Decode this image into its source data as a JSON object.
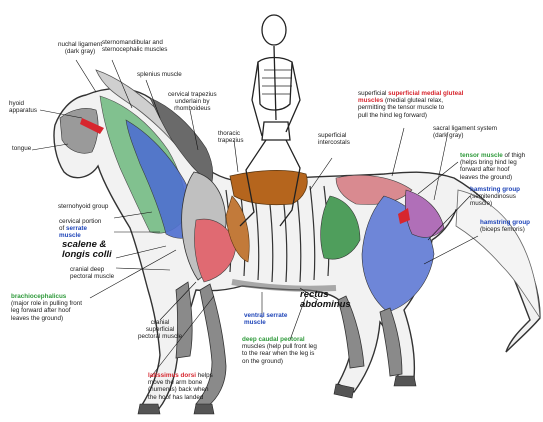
{
  "labels": {
    "nuchal": [
      "nuchal ligament",
      "(dark gray)"
    ],
    "sterno_cephalic": [
      "sternomandibular and",
      "sternocephalic muscles"
    ],
    "splenius": "splenius muscle",
    "hyoid": [
      "hyoid",
      "apparatus"
    ],
    "cervical_trapezius": [
      "cervical trapezius",
      "underlain by",
      "rhomboideus"
    ],
    "medial_gluteal": {
      "name": "superficial medial gluteal",
      "name2": "muscles",
      "desc": [
        "(medial gluteal relax,",
        "permitting the tensor muscle to",
        "pull the hind leg forward)"
      ]
    },
    "tongue": "tongue",
    "thoracic_trapezius": [
      "thoracic",
      "trapezius"
    ],
    "intercostals": [
      "superficial",
      "intercostals"
    ],
    "sacral": [
      "sacral  ligament system",
      "(dark gray)"
    ],
    "tensor": {
      "name": "tensor muscle",
      "suffix": "of thigh",
      "desc": [
        "(helps bring hind leg",
        "forward after hoof",
        "leaves the ground)"
      ]
    },
    "sternohyoid": "sternohyoid group",
    "hamstring_semi": {
      "name": "hamstring group",
      "desc": [
        "(semitendinosus",
        "muscle)"
      ]
    },
    "serrate_cervical": {
      "pre": [
        "cervical portion",
        "of"
      ],
      "name": "serrate",
      "name2": "muscle"
    },
    "hamstring_biceps": {
      "name": "hamstring group",
      "desc": "(biceps femoris)"
    },
    "scalene": [
      "scalene &",
      "longis colli"
    ],
    "cranial_deep": [
      "cranial deep",
      "pectoral muscle"
    ],
    "brachiocephalicus": {
      "name": "brachiocephalicus",
      "desc": [
        "(major role in pulling front",
        "leg forward after hoof",
        "leaves the ground)"
      ]
    },
    "rectus": [
      "rectus",
      "abdominus"
    ],
    "ventral_serrate": [
      "ventral serrate",
      "muscle"
    ],
    "cranial_superficial": [
      "cranial",
      "superficial",
      "pectoral muscle"
    ],
    "deep_caudal": {
      "name": "deep caudal pectoral",
      "desc": [
        "muscles (help pull front leg",
        "to the rear when the leg is",
        "on the ground)"
      ]
    },
    "latissimus": {
      "name": "latissimus dorsi",
      "suffix": "helps",
      "desc": [
        "move the arm bone",
        "(humerus) back when",
        "the hoof has landed"
      ]
    }
  },
  "colors": {
    "red": "#d7262e",
    "green": "#2f9a3b",
    "blue": "#1f45b8",
    "muscle_dark_gray": "#5a5a5a",
    "bone": "#ffffff",
    "saddle": "#b5651d"
  }
}
